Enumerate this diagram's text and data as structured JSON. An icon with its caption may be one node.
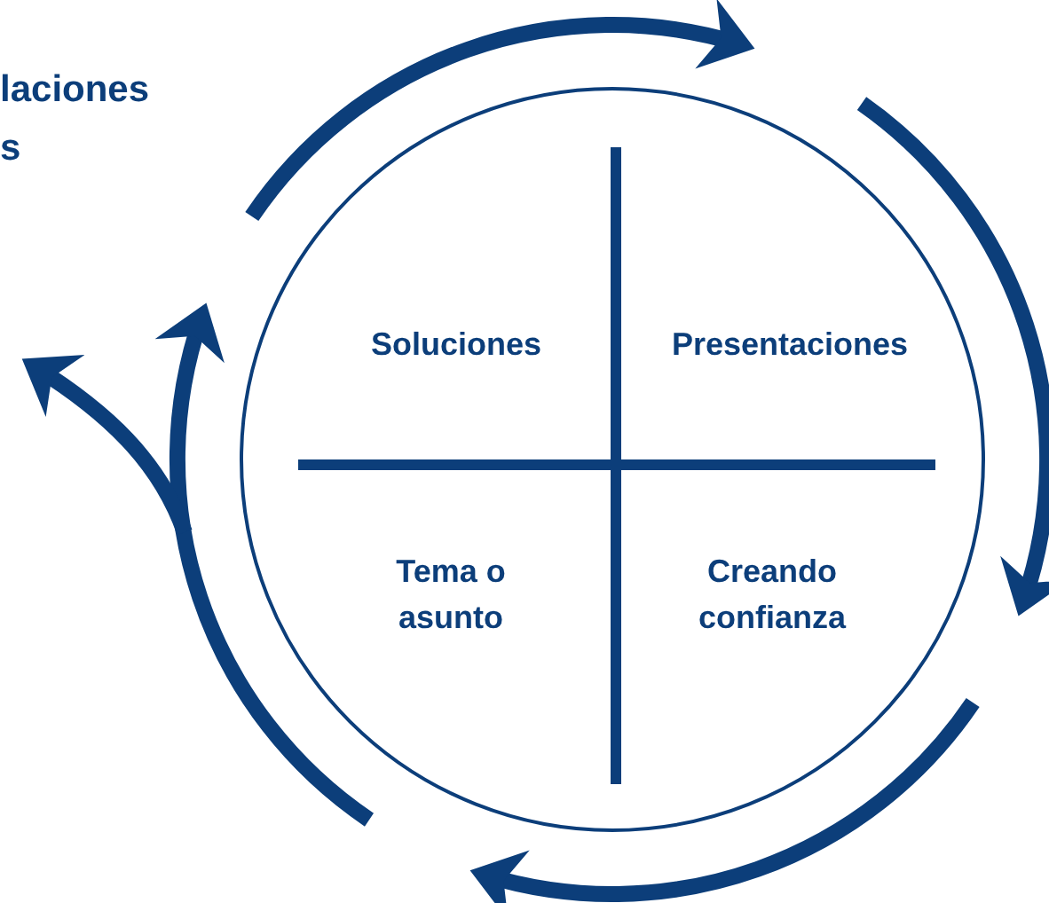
{
  "diagram": {
    "nodes": [
      {
        "text": [],
        "shape": "circle"
      },
      {
        "text": [
          "Soluciones"
        ],
        "in": 0
      },
      {
        "text": [
          "Presentaciones"
        ],
        "in": 0
      },
      {
        "text": [
          "Tema o asunto"
        ],
        "in": 0
      },
      {
        "text": [
          "Creando confianza"
        ],
        "in": 0
      }
    ],
    "labels": [
      "laciones",
      "s"
    ]
  }
}
